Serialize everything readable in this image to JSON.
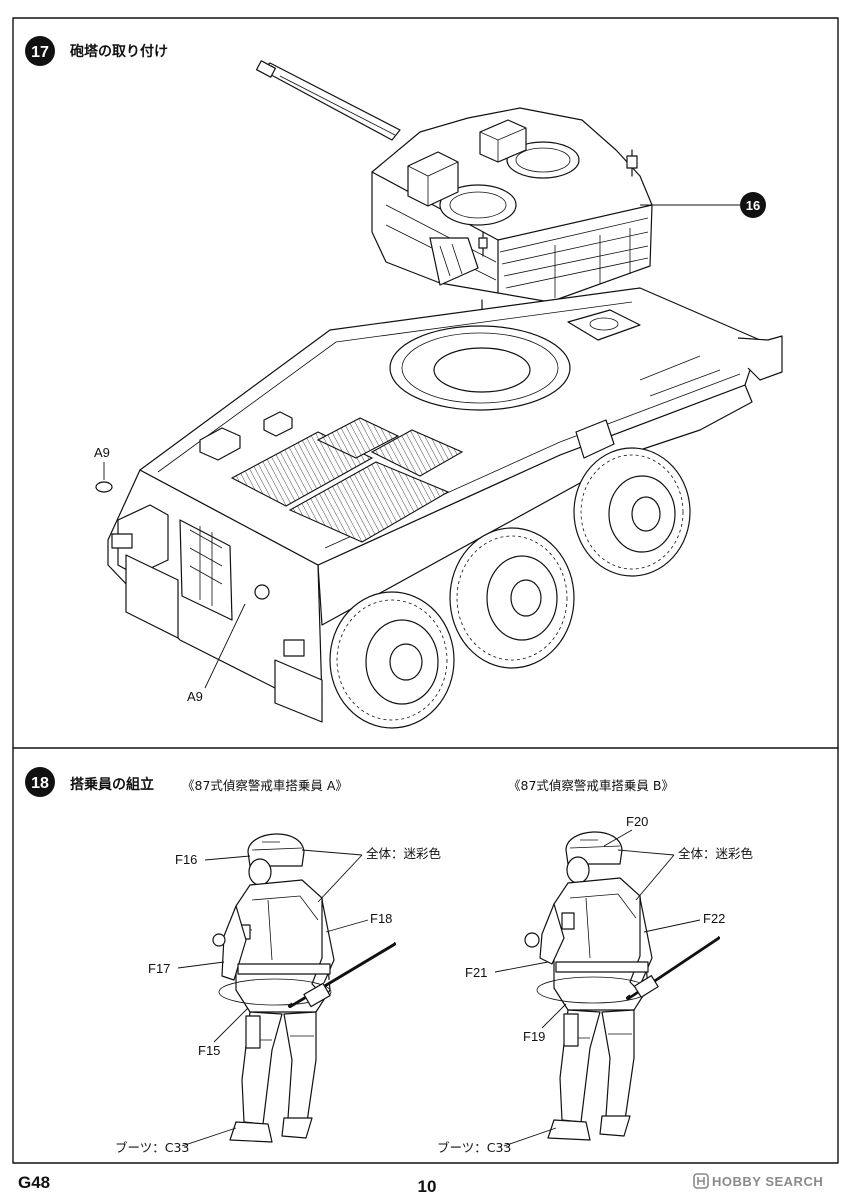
{
  "step17": {
    "number": "17",
    "title": "砲塔の取り付け",
    "ref_step": "16",
    "part_a9_upper": "A9",
    "part_a9_lower": "A9"
  },
  "step18": {
    "number": "18",
    "title": "搭乗員の組立",
    "crew_a": {
      "caption": "《87式偵察警戒車搭乗員 A》",
      "helmet": "F16",
      "overall_color": "全体：迷彩色",
      "torso_right": "F18",
      "arm_left": "F17",
      "lower_body": "F15",
      "boots": "ブーツ：C33"
    },
    "crew_b": {
      "caption": "《87式偵察警戒車搭乗員 B》",
      "helmet": "F20",
      "overall_color": "全体：迷彩色",
      "torso_right": "F22",
      "arm_left": "F21",
      "lower_body": "F19",
      "boots": "ブーツ：C33"
    }
  },
  "footer": {
    "code": "G48",
    "page_number": "10",
    "watermark": "HOBBY SEARCH"
  }
}
